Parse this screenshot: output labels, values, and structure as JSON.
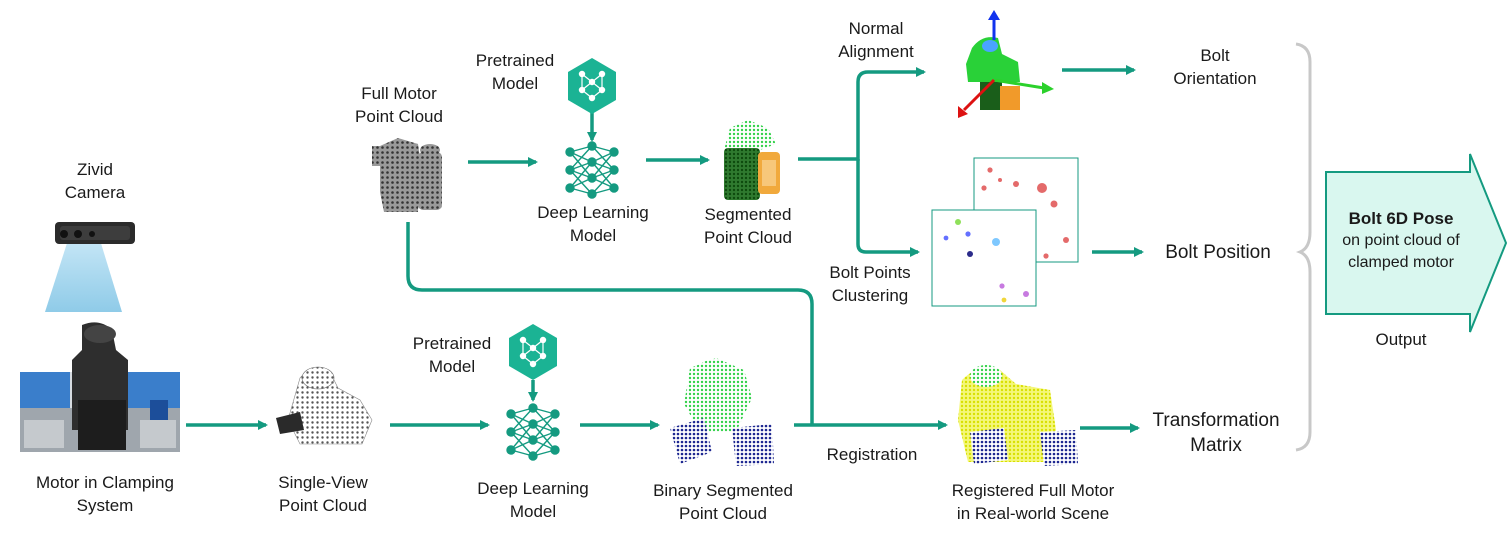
{
  "labels": {
    "camera": [
      "Zivid",
      "Camera"
    ],
    "motor_clamp": [
      "Motor in Clamping",
      "System"
    ],
    "single_view": [
      "Single-View",
      "Point Cloud"
    ],
    "pretrained_top": [
      "Pretrained",
      "Model"
    ],
    "pretrained_bottom": [
      "Pretrained",
      "Model"
    ],
    "full_motor": [
      "Full Motor",
      "Point Cloud"
    ],
    "dl_top": [
      "Deep Learning",
      "Model"
    ],
    "dl_bottom": [
      "Deep Learning",
      "Model"
    ],
    "segmented": [
      "Segmented",
      "Point Cloud"
    ],
    "binary_segmented": [
      "Binary Segmented",
      "Point Cloud"
    ],
    "normal_alignment": [
      "Normal",
      "Alignment"
    ],
    "bolt_clustering": [
      "Bolt Points",
      "Clustering"
    ],
    "registration": "Registration",
    "registered": [
      "Registered Full Motor",
      "in Real-world Scene"
    ],
    "bolt_orientation": [
      "Bolt",
      "Orientation"
    ],
    "bolt_position": "Bolt Position",
    "transformation": [
      "Transformation",
      "Matrix"
    ],
    "output_title": "Bolt 6D Pose",
    "output_sub": [
      "on point cloud of",
      "clamped motor"
    ],
    "output_caption": "Output"
  },
  "colors": {
    "flow": "#149a80",
    "output_fill": "#d9f7ef",
    "model_icon": "#1bb394",
    "camera_beam": "#a9d8ef",
    "bracket": "#c8c8c8"
  },
  "icons": {
    "model": "neural-network-hexagon-icon",
    "network": "neural-network-icon",
    "camera": "camera-icon"
  }
}
